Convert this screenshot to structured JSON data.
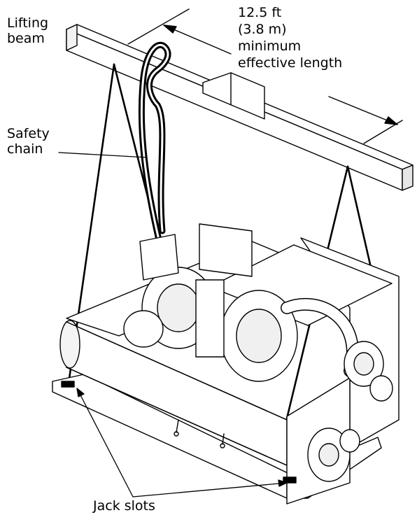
{
  "labels": {
    "lifting_beam_line1": "Lifting",
    "lifting_beam_line2": "beam",
    "length_line1": "12.5 ft",
    "length_line2": "(3.8 m)",
    "length_line3": "minimum",
    "length_line4": "effective length",
    "safety_chain_line1": "Safety",
    "safety_chain_line2": "chain",
    "jack_slots": "Jack slots"
  },
  "colors": {
    "line": "#000000",
    "background": "#ffffff",
    "shade": "#dcdcdc"
  }
}
